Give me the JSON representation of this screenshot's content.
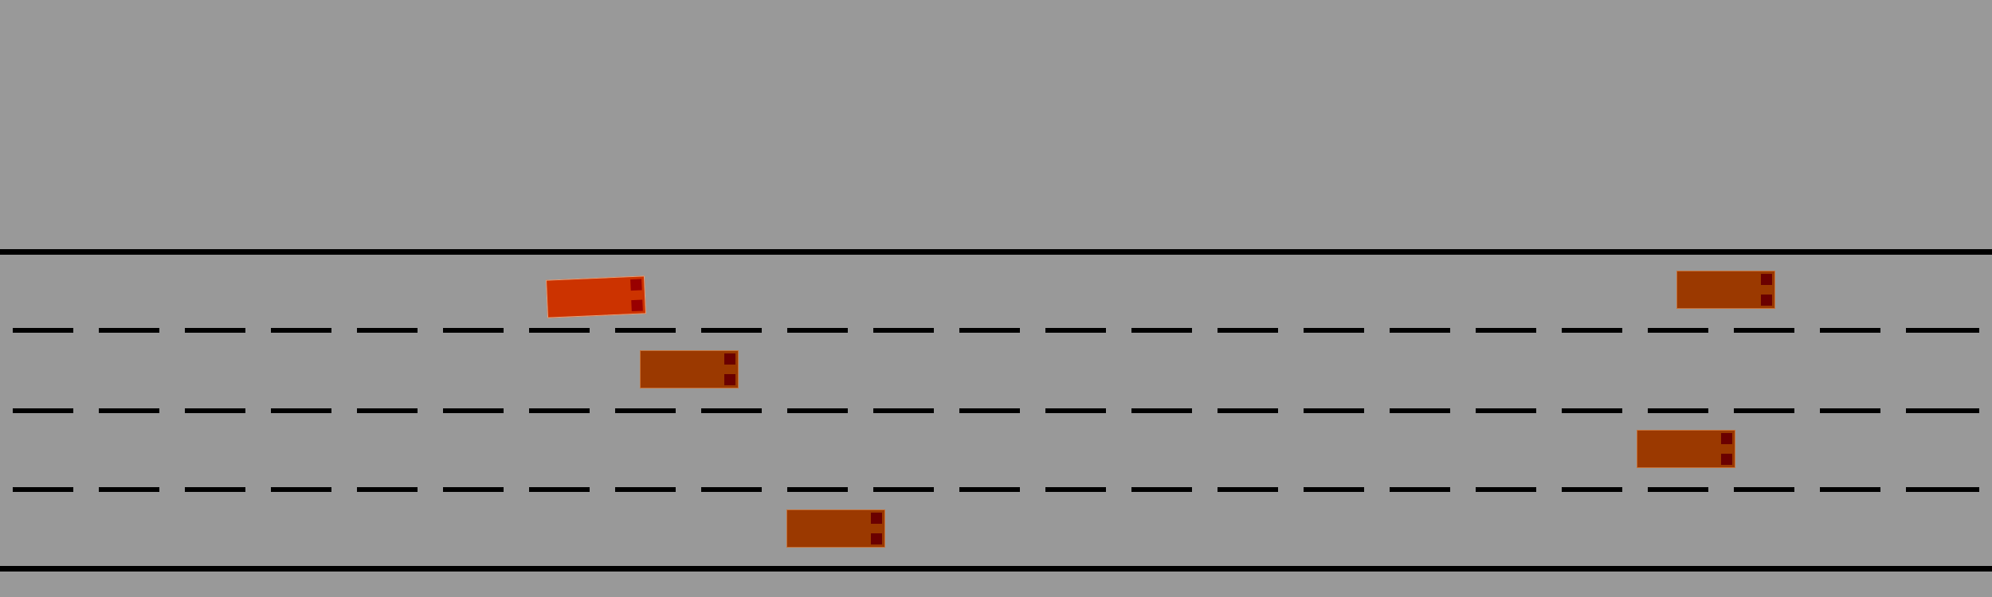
{
  "scene": {
    "type": "highway-driving-simulation",
    "lane_count": 4,
    "background_color": "#999999",
    "road_marking_color": "#000000"
  },
  "vehicles": [
    {
      "id": "ego",
      "role": "controlled-vehicle",
      "lane": 1,
      "color": "#cc3300",
      "heading": "right"
    },
    {
      "id": "car-2",
      "role": "other-vehicle",
      "lane": 2,
      "color": "#9b3900",
      "heading": "right"
    },
    {
      "id": "car-3",
      "role": "other-vehicle",
      "lane": 4,
      "color": "#9b3900",
      "heading": "right"
    },
    {
      "id": "car-4",
      "role": "other-vehicle",
      "lane": 1,
      "color": "#9b3900",
      "heading": "right"
    },
    {
      "id": "car-5",
      "role": "other-vehicle",
      "lane": 3,
      "color": "#9b3900",
      "heading": "right"
    }
  ]
}
